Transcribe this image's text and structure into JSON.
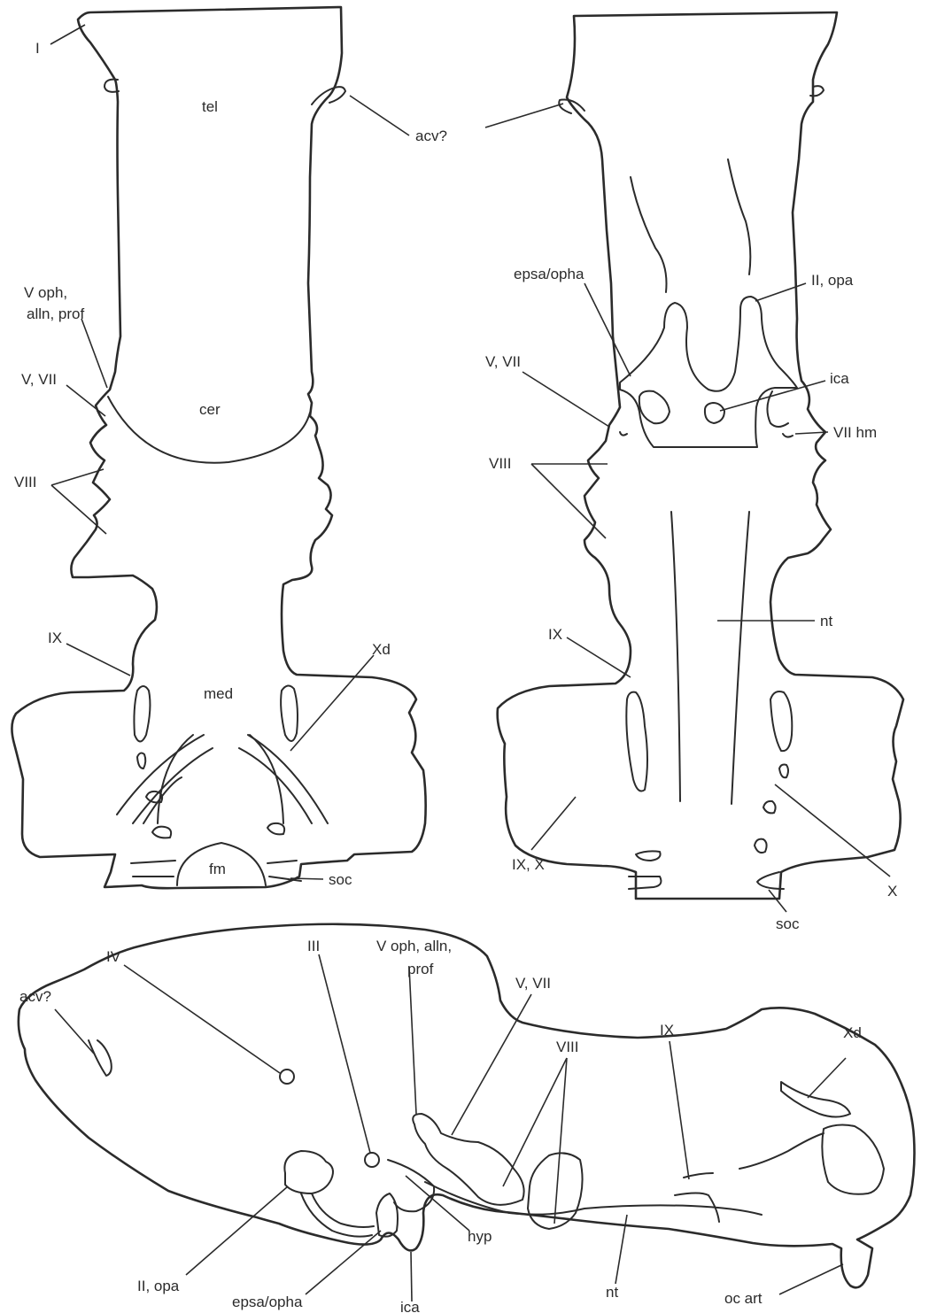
{
  "dorsal_view": {
    "labels": {
      "I": "I",
      "tel": "tel",
      "acv": "acv?",
      "v_oph_line1": "V oph,",
      "v_oph_line2": "alln, prof",
      "v_vii": "V, VII",
      "cer": "cer",
      "viii": "VIII",
      "ix": "IX",
      "med": "med",
      "xd": "Xd",
      "fm": "fm",
      "soc": "soc"
    }
  },
  "ventral_view": {
    "labels": {
      "epsa_opha": "epsa/opha",
      "ii_opa": "II, opa",
      "v_vii": "V, VII",
      "ica": "ica",
      "vii_hm": "VII hm",
      "viii": "VIII",
      "nt": "nt",
      "ix": "IX",
      "ix_x": "IX, X",
      "x": "X",
      "soc": "soc"
    }
  },
  "lateral_view": {
    "labels": {
      "iv": "IV",
      "iii": "III",
      "v_oph_line1": "V oph, alln,",
      "v_oph_line2": "prof",
      "v_vii": "V, VII",
      "acv": "acv?",
      "viii": "VIII",
      "ix": "IX",
      "xd": "Xd",
      "ii_opa": "II, opa",
      "hyp": "hyp",
      "epsa_opha": "epsa/opha",
      "ica": "ica",
      "nt": "nt",
      "oc_art": "oc art"
    }
  }
}
